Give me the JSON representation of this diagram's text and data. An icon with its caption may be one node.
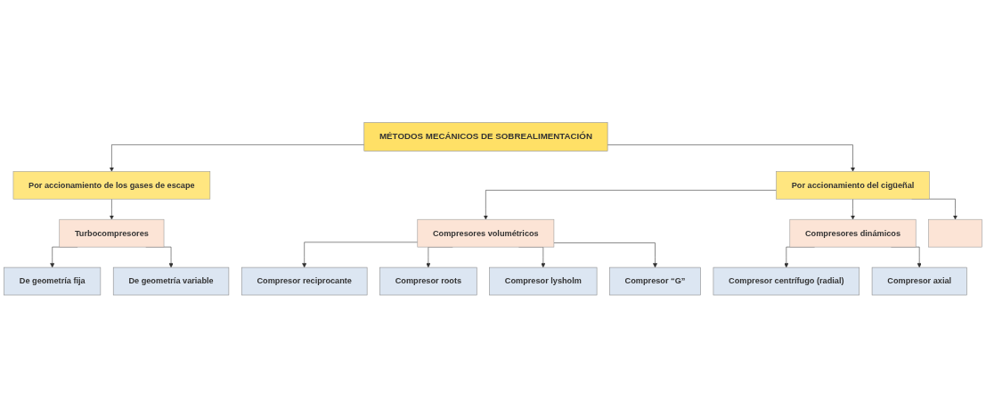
{
  "diagram": {
    "nodes": [
      {
        "text": [
          "MÉTODOS MECÁNICOS DE SOBREALIMENTACIÓN"
        ]
      },
      {
        "text": [
          "Por accionamiento de los gases de escape"
        ]
      },
      {
        "text": [
          "Por accionamiento del cigüeñal"
        ]
      },
      {
        "text": [
          "Turbocompresores"
        ]
      },
      {
        "text": [
          "De geometría fija"
        ]
      },
      {
        "text": [
          "De geometría variable"
        ]
      },
      {
        "text": [
          "Compresores volumétricos"
        ]
      },
      {
        "text": [
          "Compresores dinámicos"
        ]
      },
      {
        "text": [],
        "shape": "box"
      },
      {
        "text": [
          "Compresor reciprocante"
        ]
      },
      {
        "text": [
          "Compresor roots"
        ]
      },
      {
        "text": [
          "Compresor lysholm"
        ]
      },
      {
        "text": [
          "Compresor “G”"
        ]
      },
      {
        "text": [
          "Compresor centrífugo (radial)"
        ]
      },
      {
        "text": [
          "Compresor axial"
        ]
      }
    ],
    "edges": [
      {
        "from": 0,
        "to": 1,
        "arrow": "to"
      },
      {
        "from": 0,
        "to": 2,
        "arrow": "to"
      },
      {
        "from": 1,
        "to": 3,
        "arrow": "to"
      },
      {
        "from": 3,
        "to": 4,
        "arrow": "to"
      },
      {
        "from": 3,
        "to": 5,
        "arrow": "to"
      },
      {
        "from": 2,
        "to": 6,
        "arrow": "to"
      },
      {
        "from": 2,
        "to": 7,
        "arrow": "to"
      },
      {
        "from": 2,
        "to": 8,
        "arrow": "to"
      },
      {
        "from": 6,
        "to": 9,
        "arrow": "to"
      },
      {
        "from": 6,
        "to": 10,
        "arrow": "to"
      },
      {
        "from": 6,
        "to": 11,
        "arrow": "to"
      },
      {
        "from": 6,
        "to": 12,
        "arrow": "to"
      },
      {
        "from": 7,
        "to": 13,
        "arrow": "to"
      },
      {
        "from": 7,
        "to": 14,
        "arrow": "to"
      }
    ]
  }
}
